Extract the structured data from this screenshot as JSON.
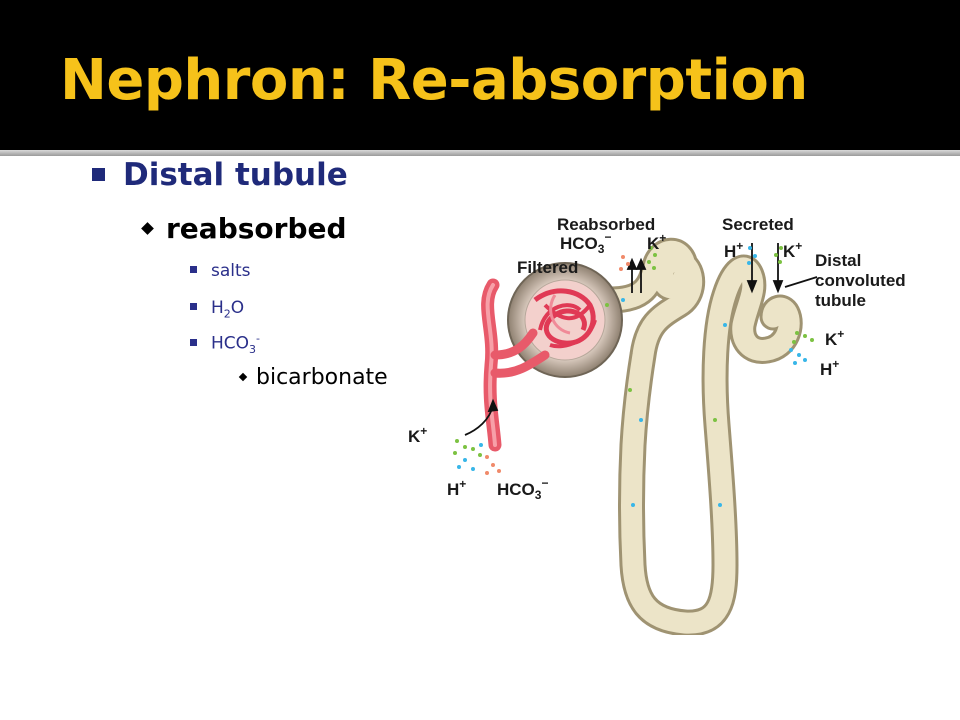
{
  "slide": {
    "title": "Nephron: Re-absorption",
    "colors": {
      "title_bar": "#000000",
      "title_text": "#f6c21a",
      "heading": "#1f2a7a"
    }
  },
  "bullets": {
    "level1": "Distal tubule",
    "level2": "reabsorbed",
    "level3": [
      {
        "text": "salts"
      },
      {
        "base": "H",
        "sub": "2",
        "rest": "O"
      },
      {
        "base": "HCO",
        "sub": "3",
        "sup": "-"
      }
    ],
    "level4": "bicarbonate"
  },
  "diagram": {
    "reabsorbed": "Reabsorbed",
    "hco3": "HCO",
    "hco3_sub": "3",
    "hco3_charge": "−",
    "k": "K",
    "h": "H",
    "plus": "+",
    "filtered": "Filtered",
    "secreted": "Secreted",
    "distal_line1": "Distal",
    "distal_line2": "convoluted",
    "distal_line3": "tubule"
  }
}
